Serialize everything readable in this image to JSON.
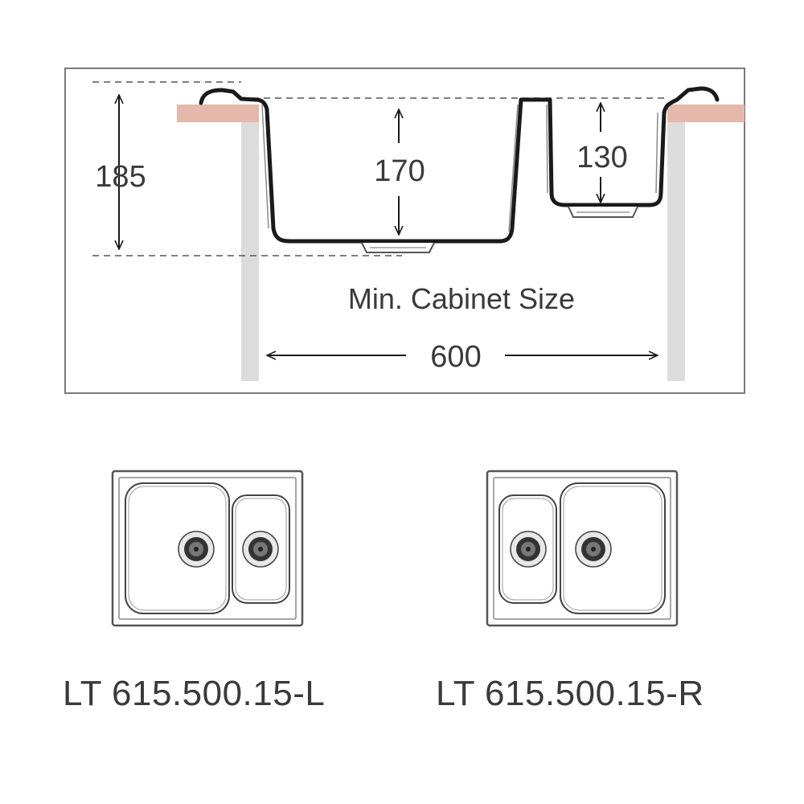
{
  "cross_section": {
    "depth_total": "185",
    "depth_main_bowl": "170",
    "depth_small_bowl": "130",
    "cabinet_label": "Min. Cabinet Size",
    "cabinet_width": "600"
  },
  "models": [
    {
      "name": "LT 615.500.15-L"
    },
    {
      "name": "LT 615.500.15-R"
    }
  ],
  "colors": {
    "outline": "#3a3a3a",
    "countertop": "#e4b8aa",
    "cabinet_wall": "#dcdcdc",
    "sink_stroke": "#1a1a1a"
  }
}
